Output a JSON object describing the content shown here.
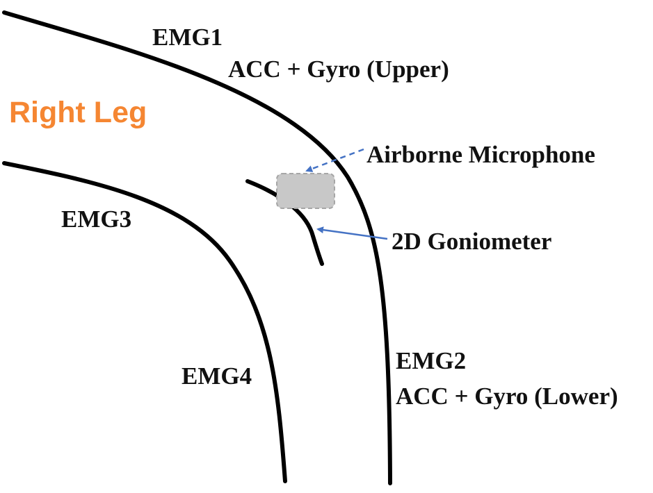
{
  "title": "Right Leg",
  "labels": {
    "emg1": "EMG1",
    "acc_gyro_upper": "ACC + Gyro (Upper)",
    "airborne_microphone": "Airborne Microphone",
    "emg3": "EMG3",
    "goniometer": "2D Goniometer",
    "emg2": "EMG2",
    "acc_gyro_lower": "ACC + Gyro (Lower)",
    "emg4": "EMG4"
  },
  "colors": {
    "title": "#F58632",
    "leg_outline": "#000000",
    "arrow": "#4472C4",
    "microphone_fill": "#C8C8C8",
    "microphone_border": "#A6A6A6",
    "text": "#111111"
  }
}
